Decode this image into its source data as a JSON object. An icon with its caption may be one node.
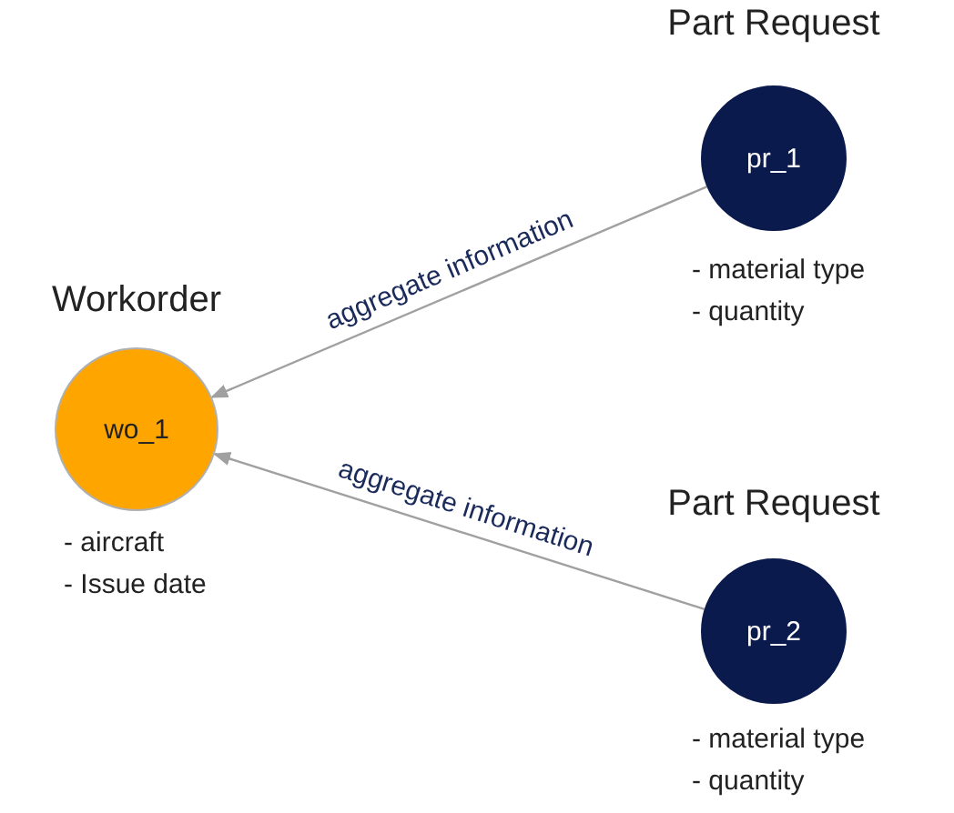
{
  "diagram": {
    "nodes": [
      {
        "text": [
          "Workorder",
          "wo_1"
        ],
        "beside": [
          "- aircraft",
          "- Issue date"
        ]
      },
      {
        "text": [
          "Part Request",
          "pr_1"
        ],
        "beside": [
          "- material type",
          "- quantity"
        ]
      },
      {
        "text": [
          "Part Request",
          "pr_2"
        ],
        "beside": [
          "- material type",
          "- quantity"
        ]
      }
    ],
    "edges": [
      {
        "from": 1,
        "to": 0,
        "arrow": "to",
        "label": "aggregate information"
      },
      {
        "from": 2,
        "to": 0,
        "arrow": "to",
        "label": "aggregate information"
      }
    ]
  }
}
